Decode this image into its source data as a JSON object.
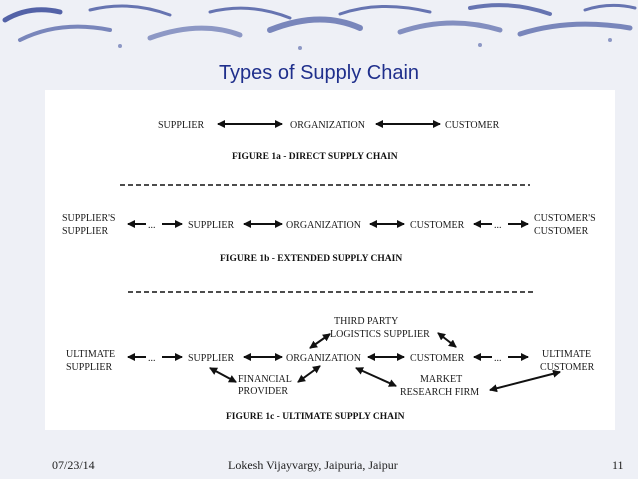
{
  "slide": {
    "title": "Types of Supply Chain",
    "footer": {
      "date": "07/23/14",
      "author": "Lokesh Vijayvargy, Jaipuria, Jaipur",
      "page": "11"
    }
  },
  "figure_a": {
    "supplier": "SUPPLIER",
    "organization": "ORGANIZATION",
    "customer": "CUSTOMER",
    "caption": "FIGURE 1a - DIRECT SUPPLY CHAIN"
  },
  "figure_b": {
    "suppliers_supplier": [
      "SUPPLIER'S",
      "SUPPLIER"
    ],
    "supplier": "SUPPLIER",
    "organization": "ORGANIZATION",
    "customer": "CUSTOMER",
    "customers_customer": [
      "CUSTOMER'S",
      "CUSTOMER"
    ],
    "caption": "FIGURE 1b - EXTENDED SUPPLY CHAIN"
  },
  "figure_c": {
    "ultimate_supplier": [
      "ULTIMATE",
      "SUPPLIER"
    ],
    "supplier": "SUPPLIER",
    "organization": "ORGANIZATION",
    "customer": "CUSTOMER",
    "ultimate_customer": [
      "ULTIMATE",
      "CUSTOMER"
    ],
    "third_party": [
      "THIRD PARTY",
      "LOGISTICS SUPPLIER"
    ],
    "financial_provider": [
      "FINANCIAL",
      "PROVIDER"
    ],
    "market_research": [
      "MARKET",
      "RESEARCH FIRM"
    ],
    "caption": "FIGURE 1c - ULTIMATE SUPPLY CHAIN"
  },
  "colors": {
    "title": "#1f2f8c",
    "deco": "#2c3f94",
    "background": "#eef0f6"
  }
}
